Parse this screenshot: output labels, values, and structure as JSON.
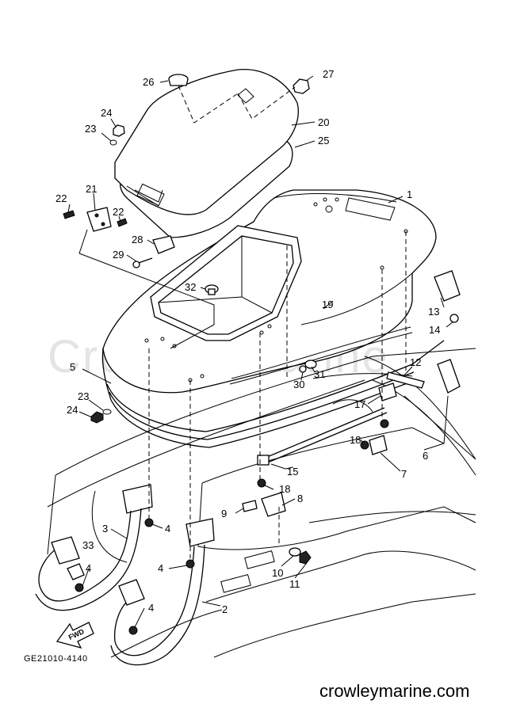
{
  "watermark": "Crowley Marine",
  "diagram_code": "GE21010-4140",
  "site": "crowleymarine.com",
  "fwd_label": "FWD",
  "callouts": {
    "c1": "1",
    "c2": "2",
    "c3": "3",
    "c4a": "4",
    "c4b": "4",
    "c4c": "4",
    "c4d": "4",
    "c5": "5",
    "c6": "6",
    "c7": "7",
    "c8": "8",
    "c9": "9",
    "c10": "10",
    "c11": "11",
    "c12": "12",
    "c13": "13",
    "c14": "14",
    "c15": "15",
    "c17": "17",
    "c18a": "18",
    "c18b": "18",
    "c19": "19",
    "c20": "20",
    "c21": "21",
    "c22a": "22",
    "c22b": "22",
    "c23a": "23",
    "c23b": "23",
    "c24a": "24",
    "c24b": "24",
    "c25": "25",
    "c26": "26",
    "c27": "27",
    "c28": "28",
    "c29": "29",
    "c30": "30",
    "c31": "31",
    "c32": "32",
    "c33": "33"
  }
}
